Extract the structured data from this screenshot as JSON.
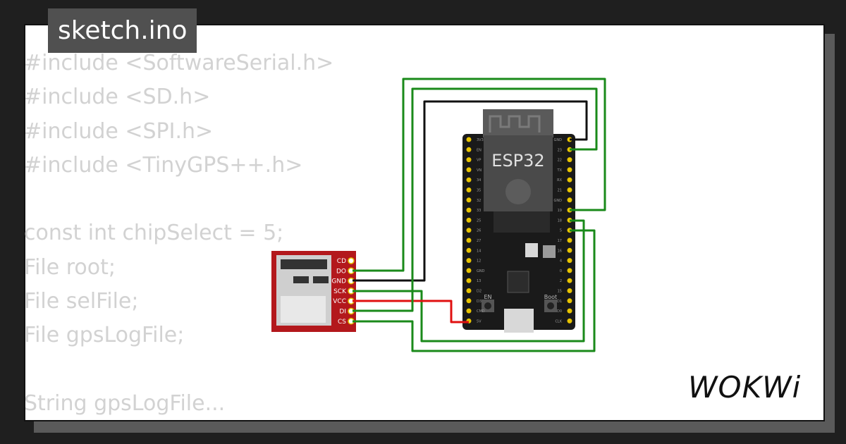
{
  "tab": {
    "title": "sketch.ino"
  },
  "code_lines": [
    "#include <SoftwareSerial.h>",
    "#include <SD.h>",
    "#include <SPI.h>",
    "#include <TinyGPS++.h>",
    "",
    "const int chipSelect = 5;",
    "File root;",
    "File selFile;",
    "File gpsLogFile;",
    "",
    "String gpsLogFile..."
  ],
  "esp32": {
    "chip_label": "ESP32",
    "en_label": "EN",
    "boot_label": "Boot",
    "left_pins": [
      "3V3",
      "EN",
      "VP",
      "VN",
      "34",
      "35",
      "32",
      "33",
      "25",
      "26",
      "27",
      "14",
      "12",
      "GND",
      "13",
      "D2",
      "D3",
      "CMD",
      "5V"
    ],
    "right_pins": [
      "GND",
      "23",
      "22",
      "TX",
      "RX",
      "21",
      "GND",
      "19",
      "18",
      "5",
      "17",
      "16",
      "4",
      "0",
      "2",
      "15",
      "D1",
      "D0",
      "CLK"
    ]
  },
  "sd_module": {
    "pins": [
      "CD",
      "DO",
      "GND",
      "SCK",
      "VCC",
      "DI",
      "CS"
    ]
  },
  "colors": {
    "wire_green": "#1a8a1a",
    "wire_black": "#111111",
    "wire_red": "#e01010",
    "sd_board": "#b3181c",
    "esp_board": "#1a1a1a"
  },
  "brand": {
    "logo": "WOKWi"
  }
}
